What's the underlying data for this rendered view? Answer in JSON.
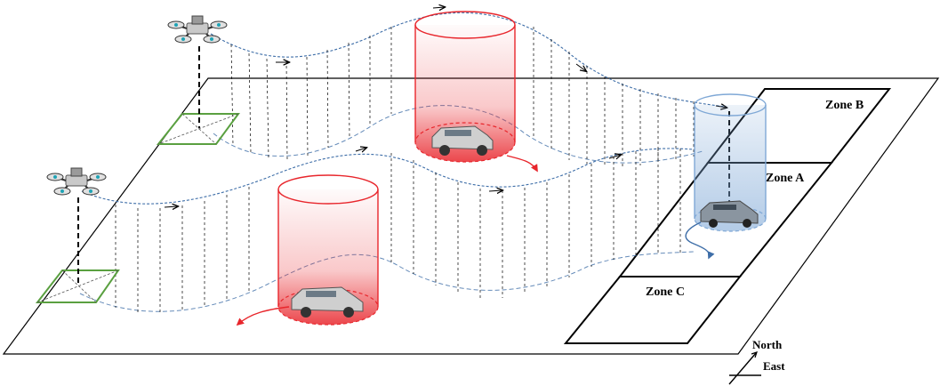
{
  "zones": {
    "zone_b": "Zone B",
    "zone_a": "Zone A",
    "zone_c": "Zone C"
  },
  "compass": {
    "north": "North",
    "east": "East"
  },
  "colors": {
    "restricted_cylinder": "#e8262c",
    "target_cylinder": "#7fa8d6",
    "flight_path": "#3e6ea8",
    "landing_pad": "#5aa040",
    "ground_outline": "#000000"
  },
  "icons": [
    "drone-icon",
    "car-icon",
    "landing-pad-icon",
    "compass-arrow-icon"
  ]
}
